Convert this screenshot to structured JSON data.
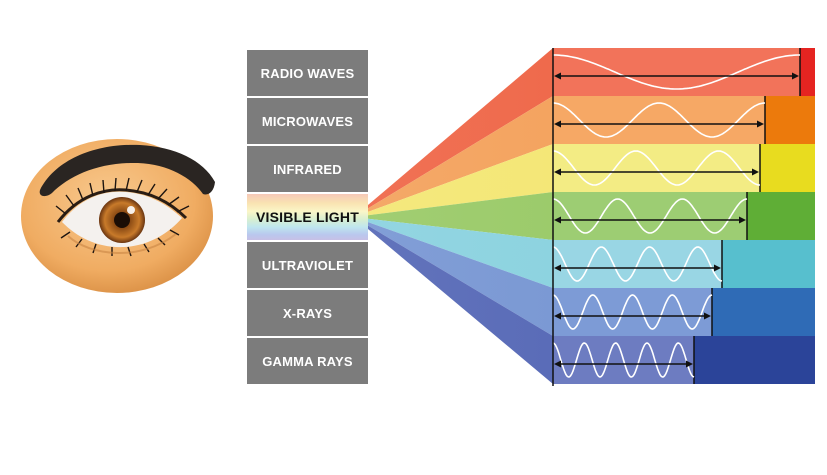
{
  "title": "",
  "bands": [
    {
      "label": "RADIO WAVES",
      "gradient_color": "#ef6a4c",
      "light_color": "#f2735a",
      "end_color": "#e52421",
      "wave_cycles": 1
    },
    {
      "label": "MICROWAVES",
      "gradient_color": "#f4a460",
      "light_color": "#f6a865",
      "end_color": "#ec7a0c",
      "wave_cycles": 2
    },
    {
      "label": "INFRARED",
      "gradient_color": "#f4e777",
      "light_color": "#f3ec84",
      "end_color": "#e8dc1f",
      "wave_cycles": 2.5
    },
    {
      "label": "VISIBLE LIGHT",
      "gradient_color": "#9ccb6b",
      "light_color": "#9dcd73",
      "end_color": "#5fae36",
      "wave_cycles": 3
    },
    {
      "label": "ULTRAVIOLET",
      "gradient_color": "#8dd3e0",
      "light_color": "#99d6e4",
      "end_color": "#57bfce",
      "wave_cycles": 3.5
    },
    {
      "label": "X-RAYS",
      "gradient_color": "#7b99d4",
      "light_color": "#7d9bd6",
      "end_color": "#2f6bb6",
      "wave_cycles": 4
    },
    {
      "label": "GAMMA RAYS",
      "gradient_color": "#5a6cb8",
      "light_color": "#6d7cc1",
      "end_color": "#2b4499",
      "wave_cycles": 4.5
    }
  ],
  "colors": {
    "label_bg": "#7c7c7c",
    "eye_skin": "#f0ac62",
    "iris": "#b86a22",
    "eyebrow": "#2a2522"
  }
}
